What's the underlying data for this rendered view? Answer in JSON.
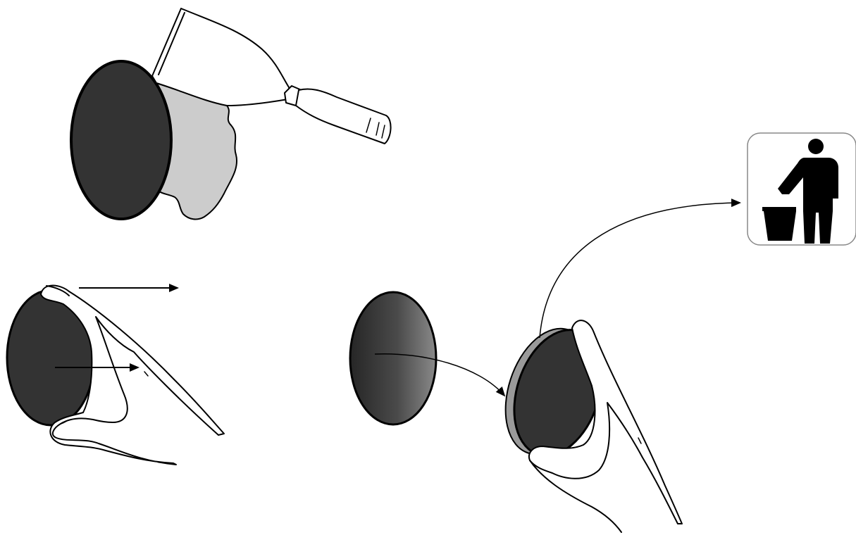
{
  "diagram": {
    "steps": [
      {
        "id": "peel-with-scraper",
        "icons": [
          "pad-disc-icon",
          "putty-knife-icon",
          "backing-film-icon"
        ]
      },
      {
        "id": "pinch-and-slide",
        "icons": [
          "pad-disc-icon",
          "hand-icon",
          "slide-arrow-icon"
        ]
      },
      {
        "id": "remove-pad",
        "icons": [
          "pad-disc-icon",
          "hand-icon",
          "curved-arrow-icon"
        ]
      },
      {
        "id": "dispose",
        "icons": [
          "trash-person-icon"
        ]
      }
    ]
  },
  "colors": {
    "pad": "#333333",
    "film": "#cccccc",
    "pad_edge": "#9a9a9a",
    "gradient_dark": "#262626",
    "gradient_light": "#8a8a8a",
    "ink": "#000000"
  }
}
